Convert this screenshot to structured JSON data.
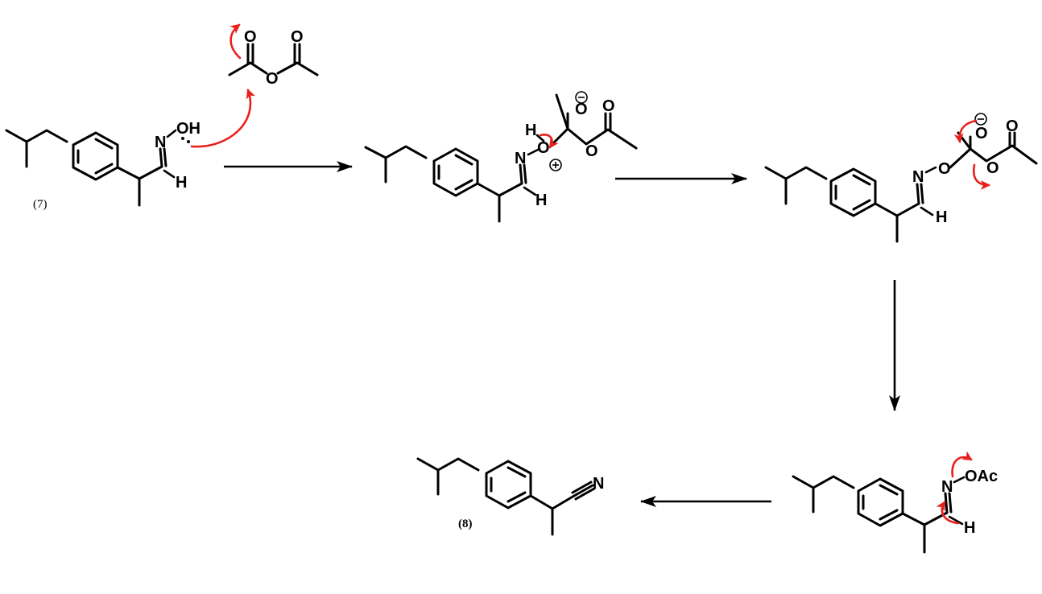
{
  "atoms": {
    "N": "N",
    "O": "O",
    "H": "H",
    "OH": "OH",
    "OAc": "OAc"
  },
  "compounds": {
    "start": "(7)",
    "product": "(8)"
  },
  "colors": {
    "bond": "#000000",
    "electron_arrow": "#e8201c"
  }
}
